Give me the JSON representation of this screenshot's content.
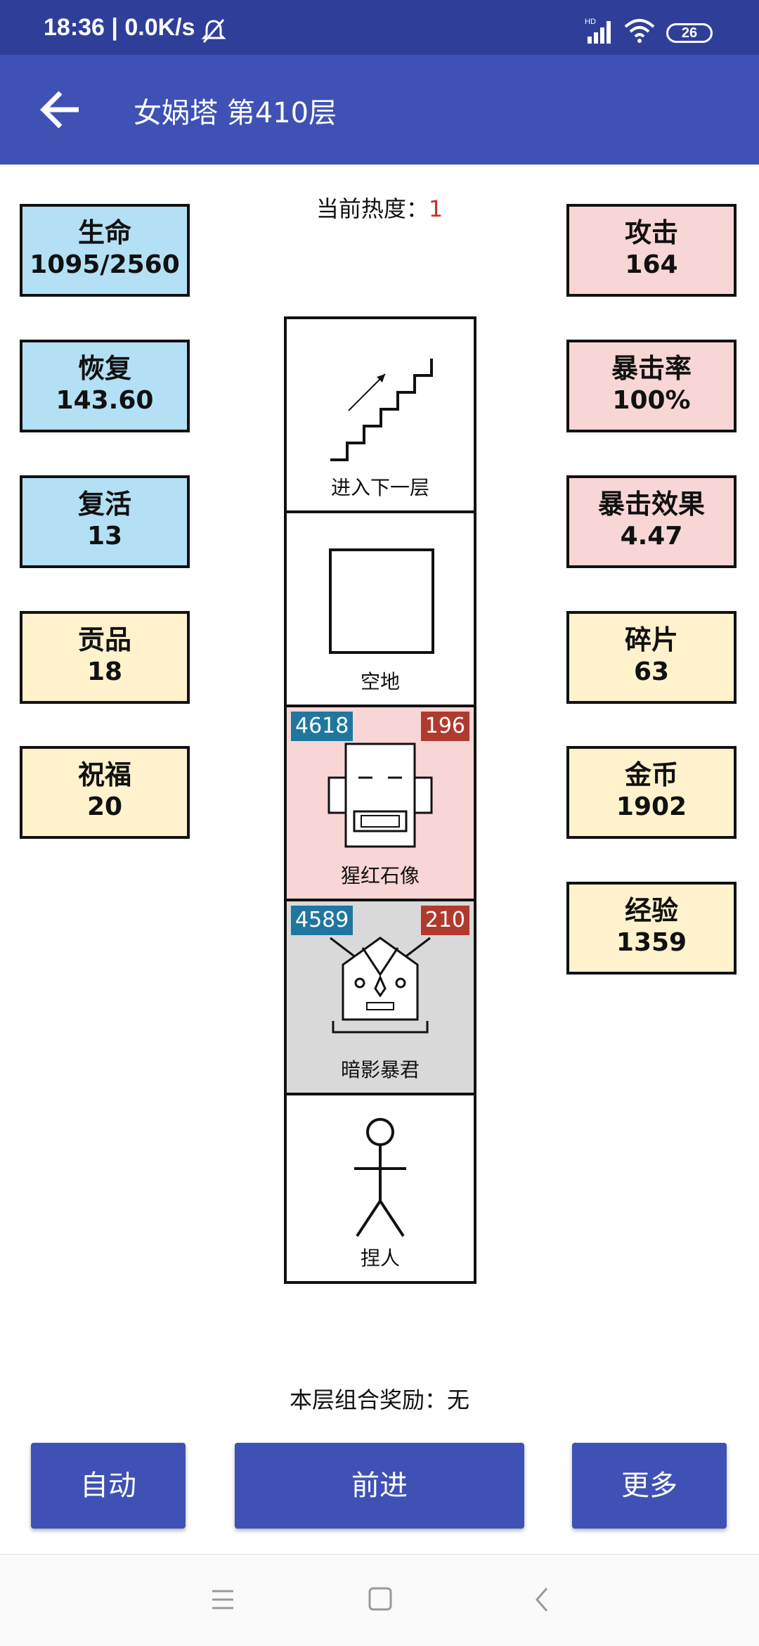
{
  "status": {
    "time": "18:36 | 0.0K/s",
    "battery": "26"
  },
  "appbar": {
    "title": "女娲塔 第410层"
  },
  "heat": {
    "label": "当前热度：",
    "value": "1"
  },
  "stats_left": [
    {
      "name": "生命",
      "value": "1095/2560"
    },
    {
      "name": "恢复",
      "value": "143.60"
    },
    {
      "name": "复活",
      "value": "13"
    },
    {
      "name": "贡品",
      "value": "18"
    },
    {
      "name": "祝福",
      "value": "20"
    }
  ],
  "stats_right": [
    {
      "name": "攻击",
      "value": "164"
    },
    {
      "name": "暴击率",
      "value": "100%"
    },
    {
      "name": "暴击效果",
      "value": "4.47"
    },
    {
      "name": "碎片",
      "value": "63"
    },
    {
      "name": "金币",
      "value": "1902"
    },
    {
      "name": "经验",
      "value": "1359"
    }
  ],
  "tower": {
    "stairs": {
      "label": "进入下一层"
    },
    "empty": {
      "label": "空地"
    },
    "monster1": {
      "label": "猩红石像",
      "hp": "4618",
      "atk": "196"
    },
    "monster2": {
      "label": "暗影暴君",
      "hp": "4589",
      "atk": "210"
    },
    "player": {
      "label": "捏人"
    }
  },
  "combo": {
    "text": "本层组合奖励：无"
  },
  "buttons": {
    "auto": "自动",
    "forward": "前进",
    "more": "更多"
  },
  "colors": {
    "appbar": "#3f51b5",
    "statusbar": "#2f3f99",
    "button": "#3f51b5",
    "life_stats": "#b3e0f4",
    "combat_stats": "#f8d6d6",
    "resource_stats": "#fff2cc"
  }
}
